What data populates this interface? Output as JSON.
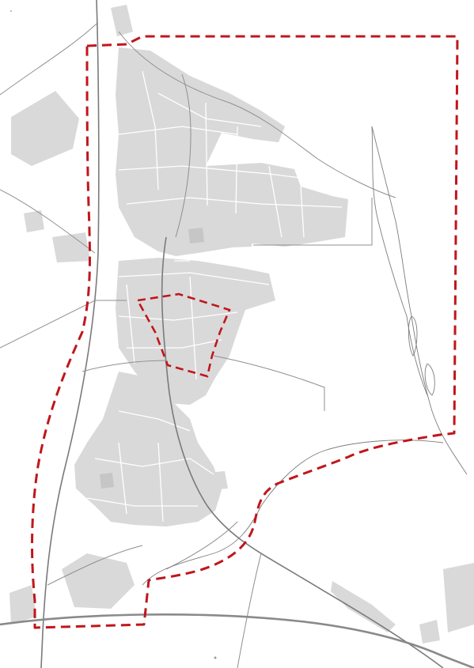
{
  "map": {
    "colors": {
      "background": "#ffffff",
      "built_area": "#d9d9d9",
      "roads": "#7a7a7a",
      "boundary": "#c0161b"
    },
    "layers": [
      "built-up-area",
      "roads",
      "railway",
      "stream",
      "outer-boundary",
      "inner-boundary"
    ]
  }
}
